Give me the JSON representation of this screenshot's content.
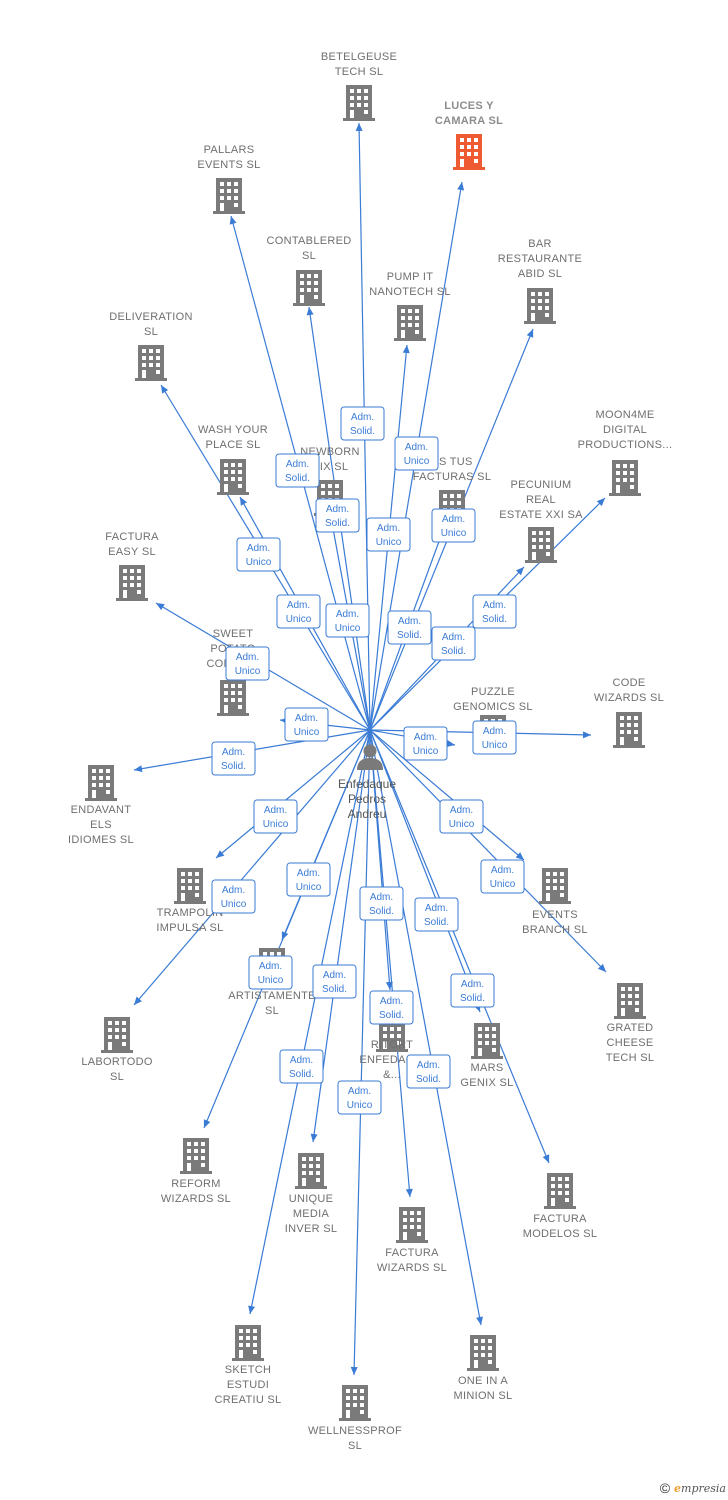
{
  "colors": {
    "edge": "#3a7bd5",
    "building": "#7a7a7a",
    "building_highlight": "#ee5a32",
    "label": "#6f6f6f"
  },
  "person": {
    "name_lines": [
      "Enfedaque",
      "Pedros",
      "Andreu"
    ],
    "icon": "person-icon"
  },
  "companies": [
    {
      "id": "betelgeuse",
      "lines": [
        "BETELGEUSE",
        "TECH  SL"
      ],
      "icon": "building-icon"
    },
    {
      "id": "luces",
      "lines": [
        "LUCES Y",
        "CAMARA  SL"
      ],
      "icon": "building-icon",
      "highlight": true
    },
    {
      "id": "pallars",
      "lines": [
        "PALLARS",
        "EVENTS  SL"
      ],
      "icon": "building-icon"
    },
    {
      "id": "contablered",
      "lines": [
        "CONTABLERED",
        "SL"
      ],
      "icon": "building-icon"
    },
    {
      "id": "bar",
      "lines": [
        "BAR",
        "RESTAURANTE",
        "ABID  SL"
      ],
      "icon": "building-icon"
    },
    {
      "id": "pumpit",
      "lines": [
        "PUMP IT",
        "NANOTECH  SL"
      ],
      "icon": "building-icon"
    },
    {
      "id": "deliveration",
      "lines": [
        "DELIVERATION",
        "SL"
      ],
      "icon": "building-icon"
    },
    {
      "id": "moon4me",
      "lines": [
        "MOON4ME",
        "DIGITAL",
        "PRODUCTIONS..."
      ],
      "icon": "building-icon"
    },
    {
      "id": "washyour",
      "lines": [
        "WASH YOUR",
        "PLACE  SL"
      ],
      "icon": "building-icon"
    },
    {
      "id": "newborn",
      "lines": [
        "NEWBORN",
        "NIX  SL"
      ],
      "icon": "building-icon"
    },
    {
      "id": "astus",
      "lines": [
        "AS TUS",
        "FACTURAS  SL"
      ],
      "icon": "building-icon"
    },
    {
      "id": "pecunium",
      "lines": [
        "PECUNIUM",
        "REAL",
        "ESTATE XXI SA"
      ],
      "icon": "building-icon"
    },
    {
      "id": "facturaeasy",
      "lines": [
        "FACTURA",
        "EASY  SL"
      ],
      "icon": "building-icon"
    },
    {
      "id": "sweetpotato",
      "lines": [
        "SWEET",
        "POTATO",
        "COMUN..."
      ],
      "icon": "building-icon"
    },
    {
      "id": "code",
      "lines": [
        "CODE",
        "WIZARDS  SL"
      ],
      "icon": "building-icon"
    },
    {
      "id": "puzzle",
      "lines": [
        "PUZZLE",
        "GENOMICS  SL"
      ],
      "icon": "building-icon"
    },
    {
      "id": "endavant",
      "lines": [
        "ENDAVANT",
        "ELS",
        "IDIOMES  SL"
      ],
      "icon": "building-icon"
    },
    {
      "id": "events",
      "lines": [
        "EVENTS",
        "BRANCH  SL"
      ],
      "icon": "building-icon"
    },
    {
      "id": "trampolin",
      "lines": [
        "TRAMPOLIN",
        "IMPULSA  SL"
      ],
      "icon": "building-icon"
    },
    {
      "id": "grated",
      "lines": [
        "GRATED",
        "CHEESE",
        "TECH  SL"
      ],
      "icon": "building-icon"
    },
    {
      "id": "artistamente",
      "lines": [
        "ARTISTAMENTE",
        "SL"
      ],
      "icon": "building-icon"
    },
    {
      "id": "labortodo",
      "lines": [
        "LABORTODO",
        "SL"
      ],
      "icon": "building-icon"
    },
    {
      "id": "ritort",
      "lines": [
        "RITORT",
        "ENFEDAQ...",
        "&..."
      ],
      "icon": "building-icon"
    },
    {
      "id": "mars",
      "lines": [
        "MARS",
        "GENIX  SL"
      ],
      "icon": "building-icon"
    },
    {
      "id": "reform",
      "lines": [
        "REFORM",
        "WIZARDS  SL"
      ],
      "icon": "building-icon"
    },
    {
      "id": "unique",
      "lines": [
        "UNIQUE",
        "MEDIA",
        "INVER  SL"
      ],
      "icon": "building-icon"
    },
    {
      "id": "facturamodelos",
      "lines": [
        "FACTURA",
        "MODELOS  SL"
      ],
      "icon": "building-icon"
    },
    {
      "id": "facturawizards",
      "lines": [
        "FACTURA",
        "WIZARDS  SL"
      ],
      "icon": "building-icon"
    },
    {
      "id": "sketch",
      "lines": [
        "SKETCH",
        "ESTUDI",
        "CREATIU  SL"
      ],
      "icon": "building-icon"
    },
    {
      "id": "oneina",
      "lines": [
        "ONE IN A",
        "MINION  SL"
      ],
      "icon": "building-icon"
    },
    {
      "id": "wellnessprof",
      "lines": [
        "WELLNESSPROF",
        "SL"
      ],
      "icon": "building-icon"
    }
  ],
  "badges": [
    {
      "lines": [
        "Adm.",
        "Solid."
      ]
    },
    {
      "lines": [
        "Adm.",
        "Unico"
      ]
    },
    {
      "lines": [
        "Adm.",
        "Solid."
      ]
    },
    {
      "lines": [
        "Adm.",
        "Solid."
      ]
    },
    {
      "lines": [
        "Adm.",
        "Unico"
      ]
    },
    {
      "lines": [
        "Adm.",
        "Unico"
      ]
    },
    {
      "lines": [
        "Adm.",
        "Unico"
      ]
    },
    {
      "lines": [
        "Adm.",
        "Unico"
      ]
    },
    {
      "lines": [
        "Adm.",
        "Solid."
      ]
    },
    {
      "lines": [
        "Adm.",
        "Unico"
      ]
    },
    {
      "lines": [
        "Adm.",
        "Solid."
      ]
    },
    {
      "lines": [
        "Adm.",
        "Solid."
      ]
    },
    {
      "lines": [
        "Adm.",
        "Unico"
      ]
    },
    {
      "lines": [
        "Adm.",
        "Unico"
      ]
    },
    {
      "lines": [
        "Adm.",
        "Solid."
      ]
    },
    {
      "lines": [
        "Adm.",
        "Unico"
      ]
    },
    {
      "lines": [
        "Adm.",
        "Unico"
      ]
    },
    {
      "lines": [
        "Adm.",
        "Unico"
      ]
    },
    {
      "lines": [
        "Adm.",
        "Unico"
      ]
    },
    {
      "lines": [
        "Adm.",
        "Unico"
      ]
    },
    {
      "lines": [
        "Adm.",
        "Unico"
      ]
    },
    {
      "lines": [
        "Adm.",
        "Unico"
      ]
    },
    {
      "lines": [
        "Adm.",
        "Solid."
      ]
    },
    {
      "lines": [
        "Adm.",
        "Solid."
      ]
    },
    {
      "lines": [
        "Adm.",
        "Unico"
      ]
    },
    {
      "lines": [
        "Adm.",
        "Solid."
      ]
    },
    {
      "lines": [
        "Adm.",
        "Solid."
      ]
    },
    {
      "lines": [
        "Adm.",
        "Solid."
      ]
    },
    {
      "lines": [
        "Adm.",
        "Solid."
      ]
    },
    {
      "lines": [
        "Adm.",
        "Solid."
      ]
    },
    {
      "lines": [
        "Adm.",
        "Unico"
      ]
    }
  ],
  "footer": {
    "copyright": "©",
    "brand_initial": "e",
    "brand_rest": "mpresia"
  }
}
